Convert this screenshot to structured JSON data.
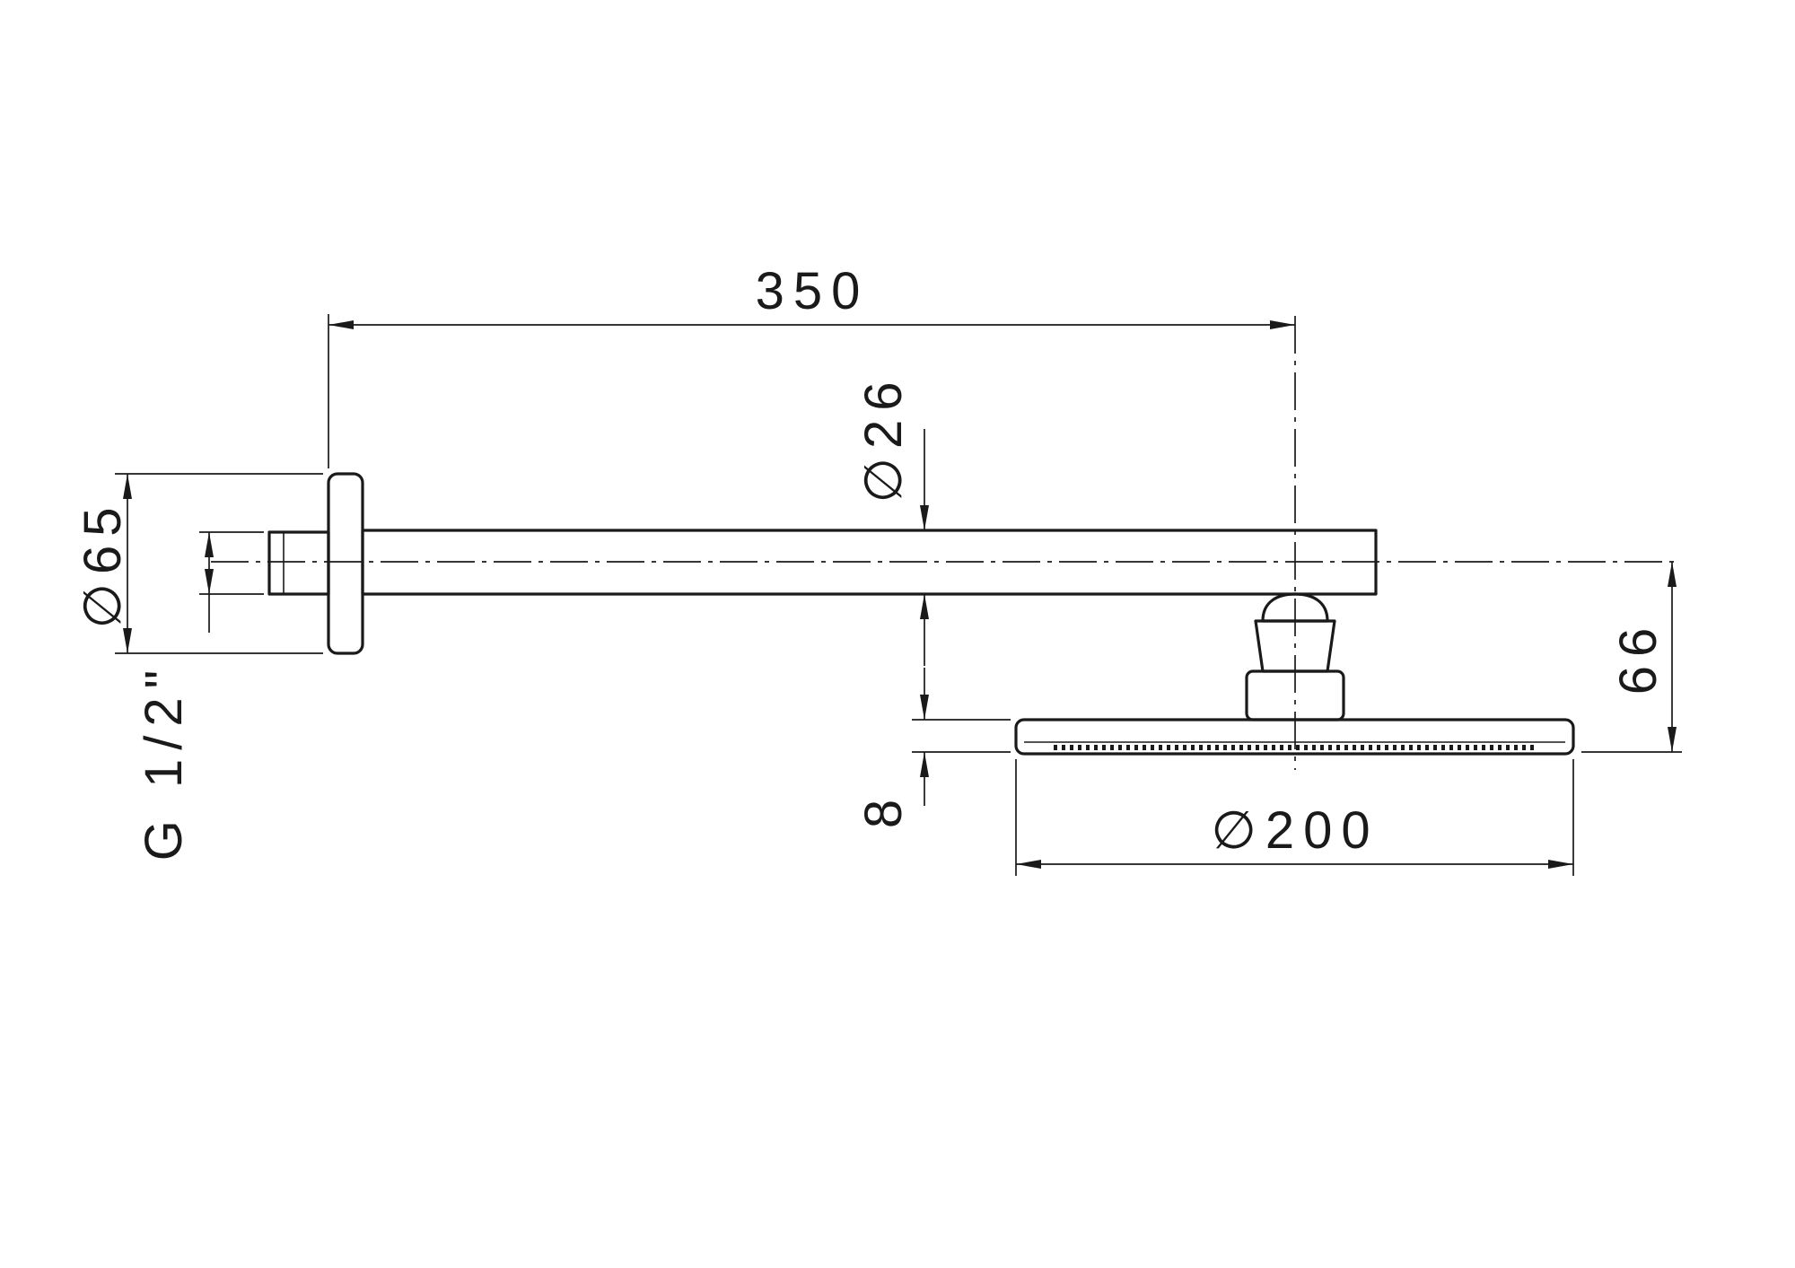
{
  "canvas": {
    "background": "#ffffff",
    "line_color": "#1a1a1a"
  },
  "dimensions": {
    "arm_length": "350",
    "arm_diameter": "∅26",
    "flange_diameter": "∅65",
    "thread_size": "G 1/2\"",
    "drop_height": "66",
    "head_thickness": "8",
    "head_diameter": "∅200"
  }
}
